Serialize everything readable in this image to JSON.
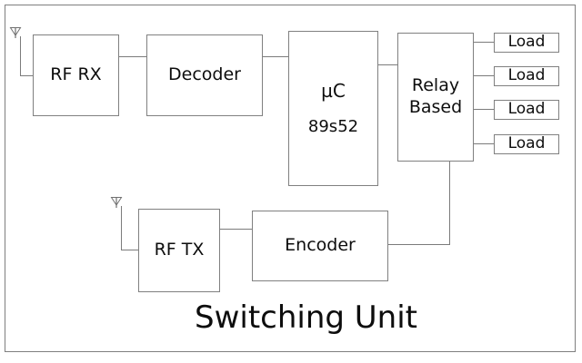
{
  "diagram": {
    "title": "Switching Unit",
    "frame_border_color": "#7f7f7f",
    "block_border_color": "#808080",
    "wire_color": "#7b7b7b",
    "text_color": "#0d0d0d",
    "background": "#ffffff"
  },
  "blocks": {
    "rf_rx": {
      "label": "RF RX"
    },
    "decoder": {
      "label": "Decoder"
    },
    "mcu": {
      "line1": "µC",
      "line2": "89s52"
    },
    "relay": {
      "line1": "Relay",
      "line2": "Based"
    },
    "rf_tx": {
      "label": "RF TX"
    },
    "encoder": {
      "label": "Encoder"
    }
  },
  "loads": [
    {
      "label": "Load"
    },
    {
      "label": "Load"
    },
    {
      "label": "Load"
    },
    {
      "label": "Load"
    }
  ],
  "antennas": [
    {
      "name": "rx-antenna"
    },
    {
      "name": "tx-antenna"
    }
  ]
}
